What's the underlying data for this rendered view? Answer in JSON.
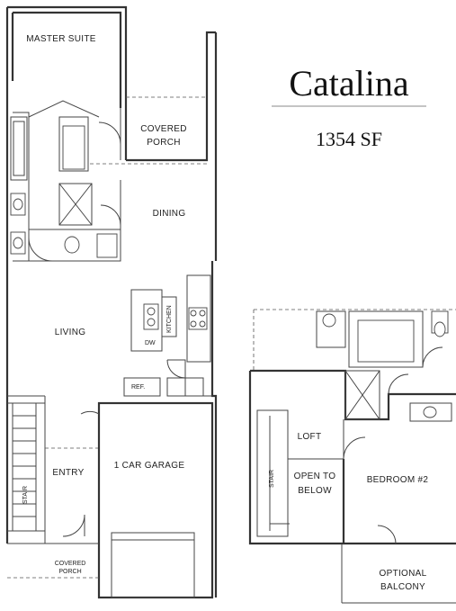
{
  "title": "Catalina",
  "area": "1354 SF",
  "rooms": {
    "master_suite": "MASTER SUITE",
    "covered_porch_l1": "COVERED",
    "covered_porch_l2": "PORCH",
    "dining": "DINING",
    "living": "LIVING",
    "kitchen": "KITCHEN",
    "dw": "DW",
    "ref": "REF.",
    "garage": "1 CAR GARAGE",
    "entry": "ENTRY",
    "stair_down": "STAIR",
    "front_porch_l1": "COVERED",
    "front_porch_l2": "PORCH",
    "loft": "LOFT",
    "stair_up": "STAIR",
    "open_l1": "OPEN TO",
    "open_l2": "BELOW",
    "bedroom2": "BEDROOM #2",
    "balcony_l1": "OPTIONAL",
    "balcony_l2": "BALCONY"
  }
}
